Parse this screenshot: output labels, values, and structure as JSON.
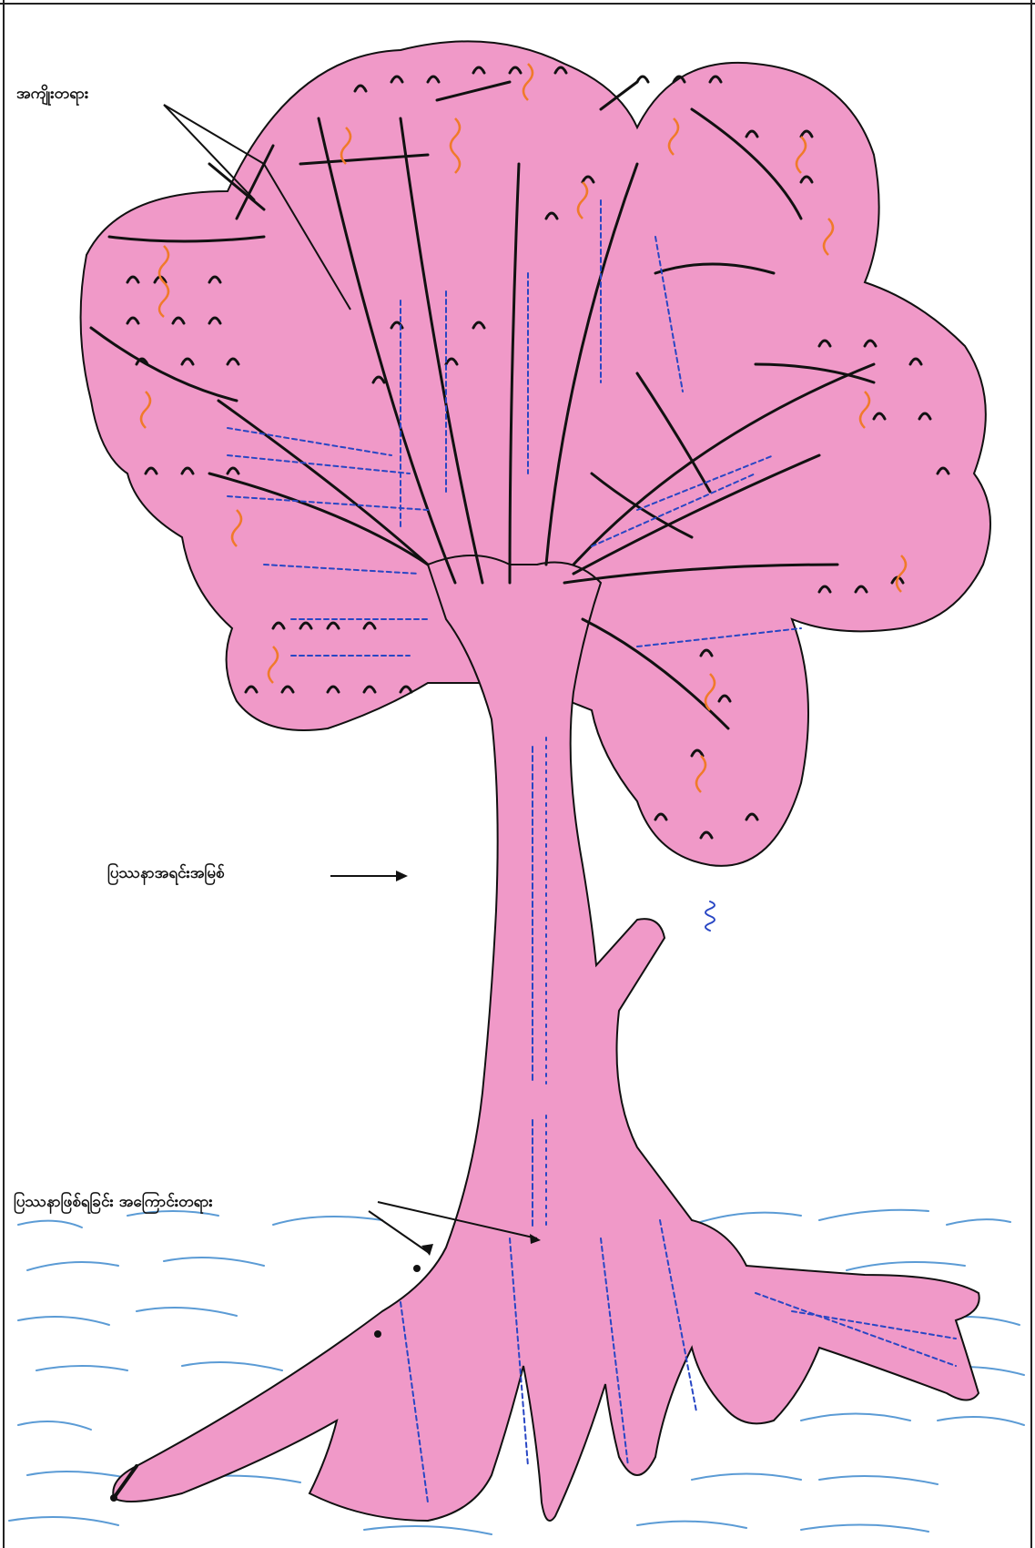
{
  "labels": {
    "fruits": "အကျိုးတရား",
    "trunk": "ပြဿနာအရင်းအမြစ်",
    "roots": "ပြဿနာဖြစ်ရခြင်း အကြောင်းတရား"
  },
  "colors": {
    "tree_fill": "#f099c8",
    "tree_stroke": "#111111",
    "handwriting": "#2846c4",
    "fruit_orange": "#f07a2a",
    "ground_lines": "#5b9bd5"
  },
  "icons": [
    "arrow-icon",
    "fruit-icon",
    "leaf-hatch-icon"
  ]
}
